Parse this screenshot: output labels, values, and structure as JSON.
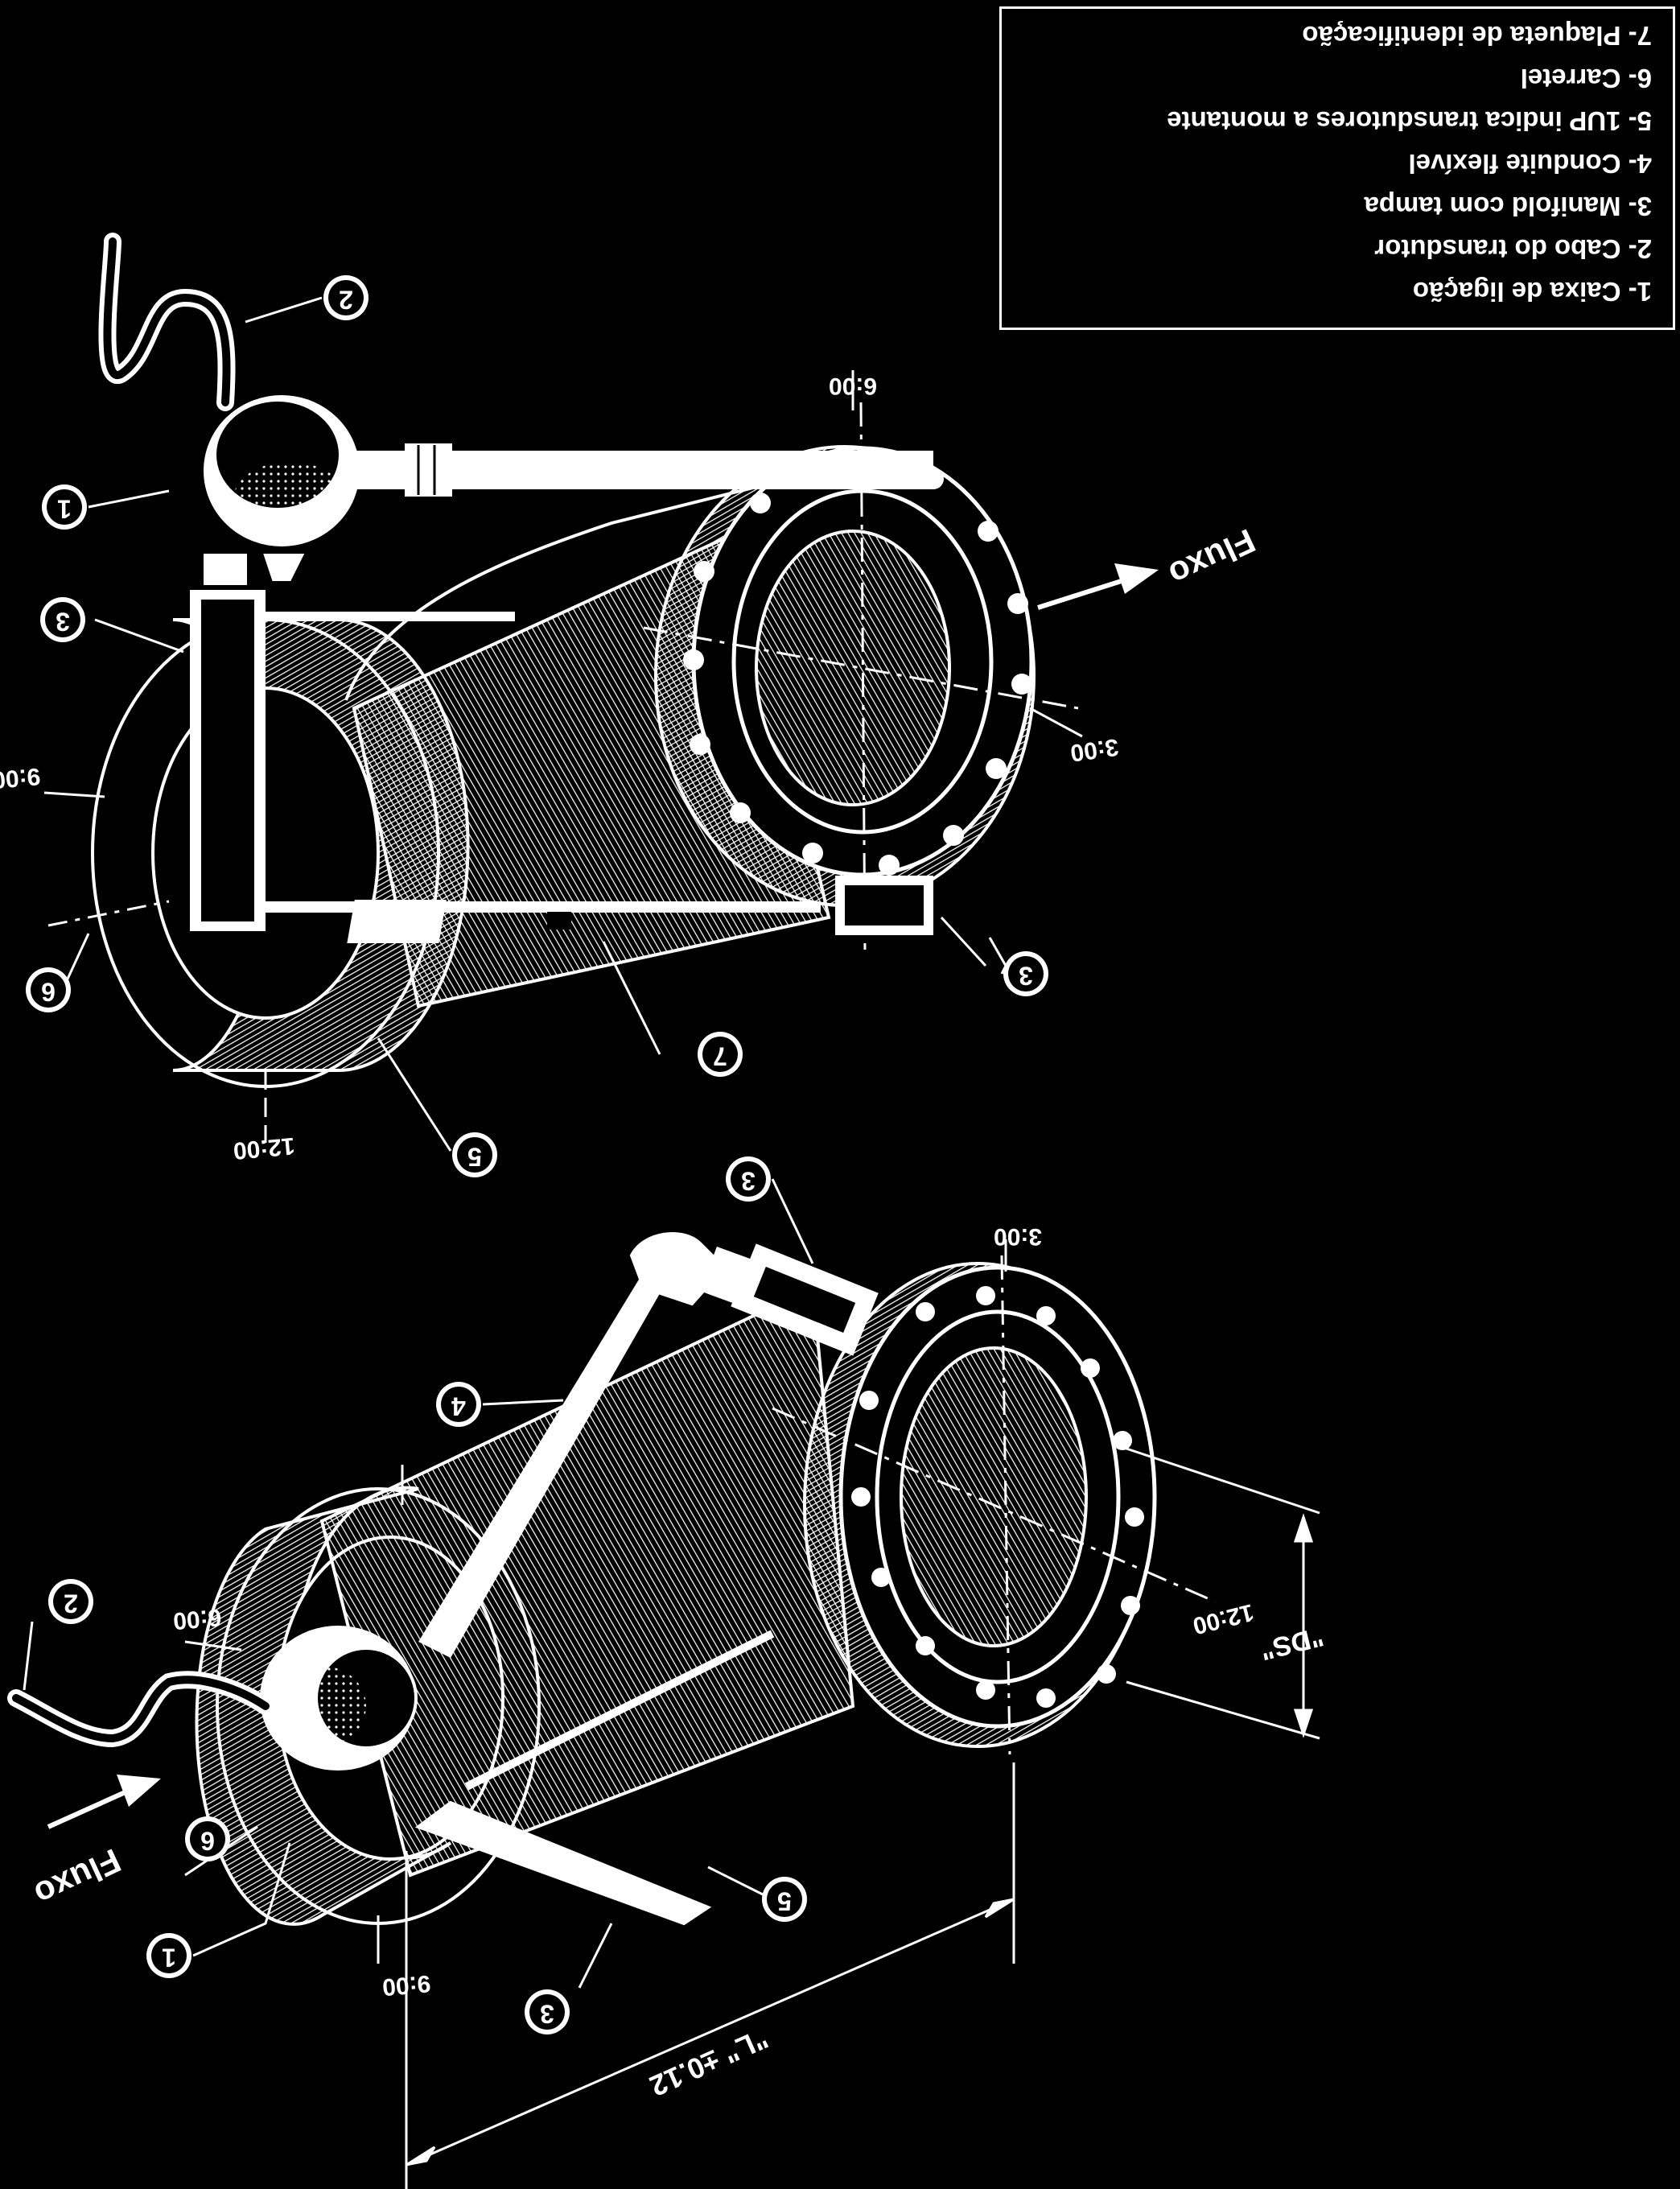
{
  "legend": {
    "items": [
      "1- Caixa de ligação",
      "2- Cabo do transdutor",
      "3- Manifold com tampa",
      "4- Conduite flexível",
      "5- 1UP indica transdutores a montante",
      "6- Carretel",
      "7- Plaqueta de identificação"
    ]
  },
  "diagram": {
    "flow_label": "Fluxo",
    "clock_positions": {
      "six": "6:00",
      "three": "3:00",
      "nine": "9:00",
      "twelve": "12:00"
    },
    "dimensions": {
      "length": "\"L\" ±0.12",
      "diameter": "\"DS\""
    },
    "callouts": {
      "top_view": [
        "1",
        "2",
        "3",
        "3",
        "5",
        "6",
        "7"
      ],
      "bottom_view": [
        "1",
        "2",
        "3",
        "3",
        "4",
        "5",
        "6"
      ]
    }
  },
  "colors": {
    "background": "#000000",
    "line": "#ffffff"
  }
}
